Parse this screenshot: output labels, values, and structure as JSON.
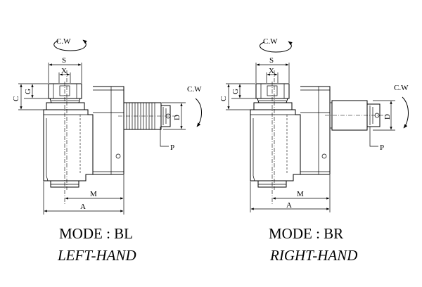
{
  "views": [
    {
      "id": "bl",
      "mode_label": "MODE : BL",
      "hand_label": "LEFT-HAND",
      "dims": {
        "cw_top": "C.W",
        "s": "S",
        "x": "X",
        "c": "C",
        "g": "G",
        "cw_right": "C.W",
        "d": "D",
        "p": "P",
        "m": "M",
        "a": "A"
      }
    },
    {
      "id": "br",
      "mode_label": "MODE : BR",
      "hand_label": "RIGHT-HAND",
      "dims": {
        "cw_top": "C.W",
        "s": "S",
        "x": "X",
        "c": "C",
        "g": "G",
        "cw_right": "C.W",
        "d": "D",
        "p": "P",
        "m": "M",
        "a": "A"
      }
    }
  ]
}
